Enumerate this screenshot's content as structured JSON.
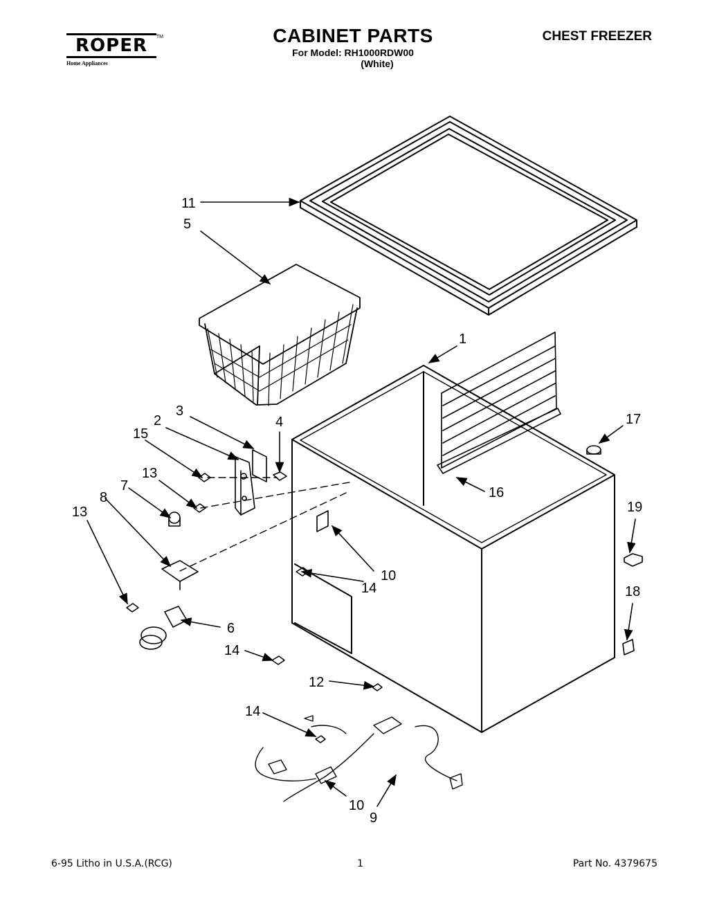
{
  "header": {
    "brand": "ROPER",
    "brand_tagline": "Home Appliances",
    "title": "CABINET PARTS",
    "model_line": "For Model: RH1000RDW00",
    "color_line": "(White)",
    "product_type": "CHEST FREEZER"
  },
  "callouts": [
    "11",
    "5",
    "1",
    "3",
    "4",
    "2",
    "15",
    "17",
    "13",
    "7",
    "8",
    "16",
    "13",
    "19",
    "10",
    "14",
    "18",
    "6",
    "14",
    "12",
    "14",
    "10",
    "9"
  ],
  "footer": {
    "left": "6-95  Litho in U.S.A.(RCG)",
    "center": "1",
    "right": "Part No. 4379675"
  }
}
